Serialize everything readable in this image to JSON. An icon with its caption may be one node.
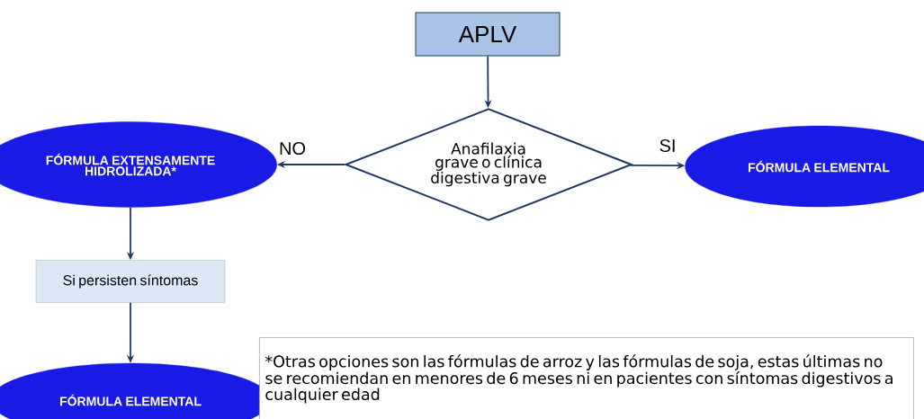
{
  "diagram": {
    "nodes": [
      {
        "text": [
          "APLV"
        ]
      },
      {
        "text": [
          "Anafilaxia grave o clínica digestiva grave"
        ]
      },
      {
        "text": [
          "FÓRMULA EXTENSAMENTE HIDROLIZADA*"
        ]
      },
      {
        "text": [
          "FÓRMULA ELEMENTAL"
        ]
      },
      {
        "text": [
          "Si persisten síntomas"
        ]
      },
      {
        "text": [
          "FÓRMULA ELEMENTAL"
        ]
      }
    ],
    "edges": [
      {
        "from": 0,
        "to": 1,
        "arrow": "to"
      },
      {
        "from": 1,
        "to": 2,
        "arrow": "to",
        "label": "NO"
      },
      {
        "from": 1,
        "to": 3,
        "arrow": "to",
        "label": "SI"
      },
      {
        "from": 2,
        "to": 4,
        "arrow": "to"
      },
      {
        "from": 4,
        "to": 5,
        "arrow": "to"
      }
    ],
    "labels": [
      "*Otras opciones son las fórmulas de arroz y las fórmulas de soja, estas últimas  no se recomiendan en menores de 6 meses ni en pacientes con síntomas digestivos a cualquier edad"
    ]
  }
}
